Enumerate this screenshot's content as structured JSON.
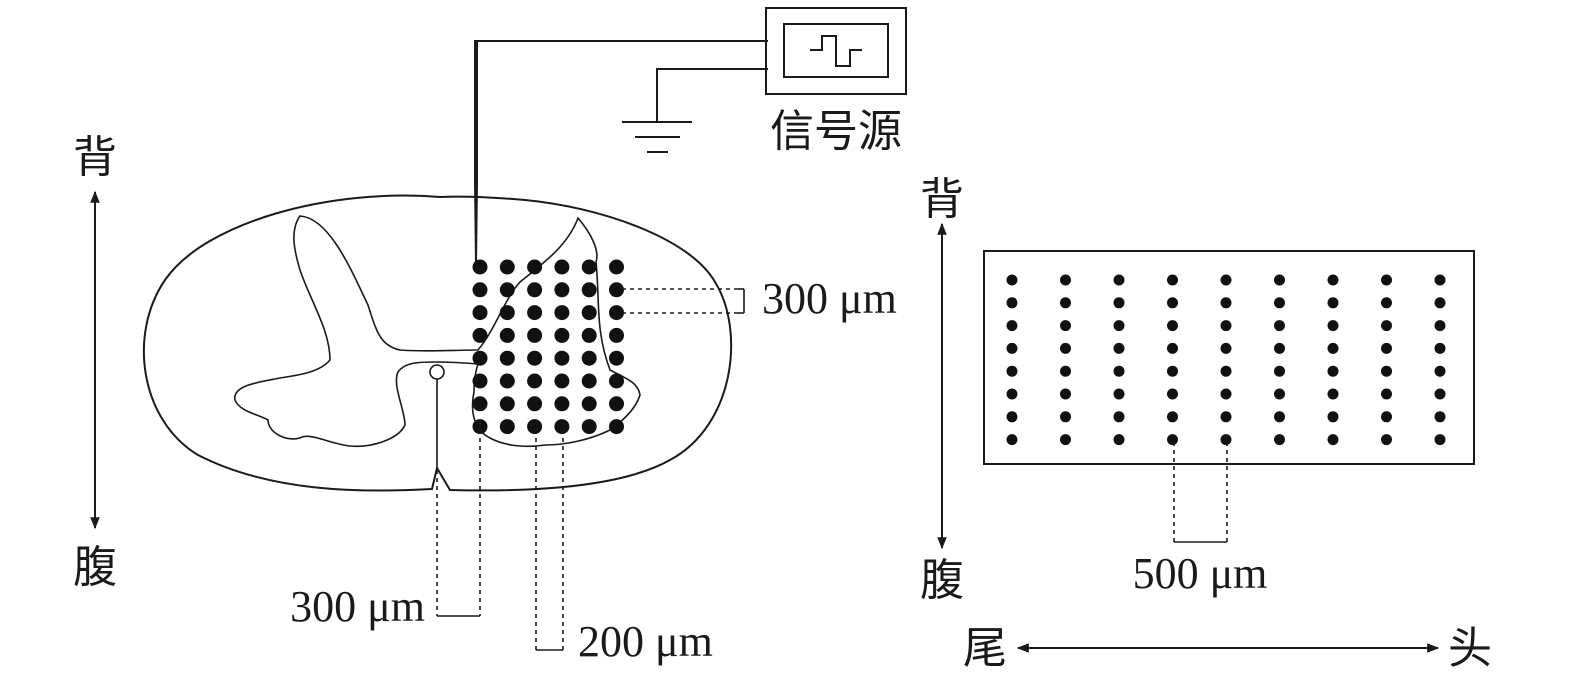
{
  "left_panel": {
    "axis_top": "背",
    "axis_bottom": "腹",
    "signal_source_label": "信号源",
    "grid_columns": 6,
    "grid_rows": 8,
    "row_spacing_label": "300 μm",
    "offset_label": "300 μm",
    "column_spacing_label": "200 μm"
  },
  "right_panel": {
    "axis_top": "背",
    "axis_bottom": "腹",
    "axis_left": "尾",
    "axis_right": "头",
    "grid_columns": 9,
    "grid_rows": 8,
    "column_spacing_label": "500 μm"
  }
}
